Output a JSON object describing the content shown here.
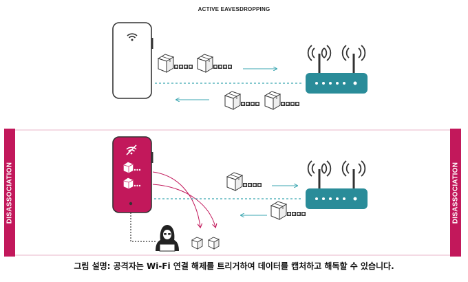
{
  "title": "ACTIVE EAVESDROPPING",
  "side_label_left": "DISASSOCIATION",
  "side_label_right": "DISASSOCIATION",
  "caption": "그림 설명: 공격자는 Wi-Fi 연결 해제를 트리거하여 데이터를 캡처하고 해독할 수 있습니다.",
  "colors": {
    "accent_red": "#c2185b",
    "router_teal": "#2a8c99",
    "arrow_teal": "#3aa6b0",
    "outline_dark": "#333333"
  },
  "icons": {
    "phone_top": "smartphone-wifi-icon",
    "phone_bottom": "smartphone-wifi-off-icon",
    "router": "wifi-router-icon",
    "packet": "data-packet-icon",
    "attacker": "hacker-icon"
  }
}
